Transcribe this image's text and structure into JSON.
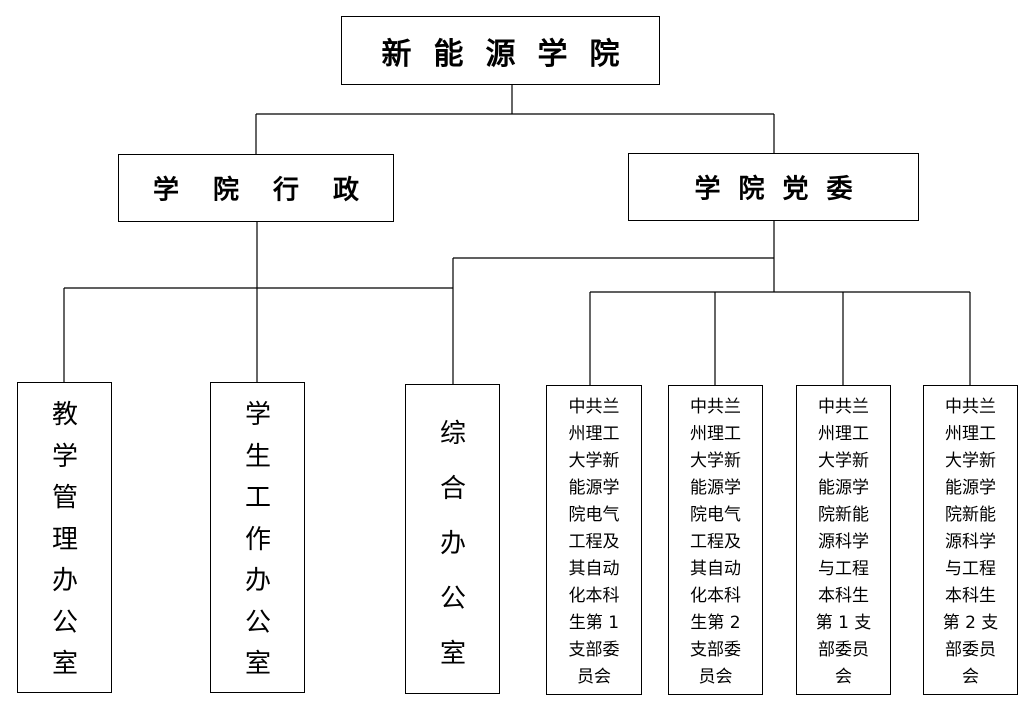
{
  "root": {
    "label": "新能源学院"
  },
  "branches": {
    "admin": {
      "label": "学院行政"
    },
    "party": {
      "label": "学院党委"
    }
  },
  "offices": {
    "teaching": "教学管理办公室",
    "student": "学生工作办公室",
    "general": "综合办公室"
  },
  "branch_committees": {
    "b1": "中共兰州理工大学新能源学院电气工程及其自动化本科生第 1 支部委员会",
    "b2": "中共兰州理工大学新能源学院电气工程及其自动化本科生第 2 支部委员会",
    "b3": "中共兰州理工大学新能源学院新能源科学与工程本科生第 1 支部委员会",
    "b4": "中共兰州理工大学新能源学院新能源科学与工程本科生第 2 支部委员会"
  }
}
